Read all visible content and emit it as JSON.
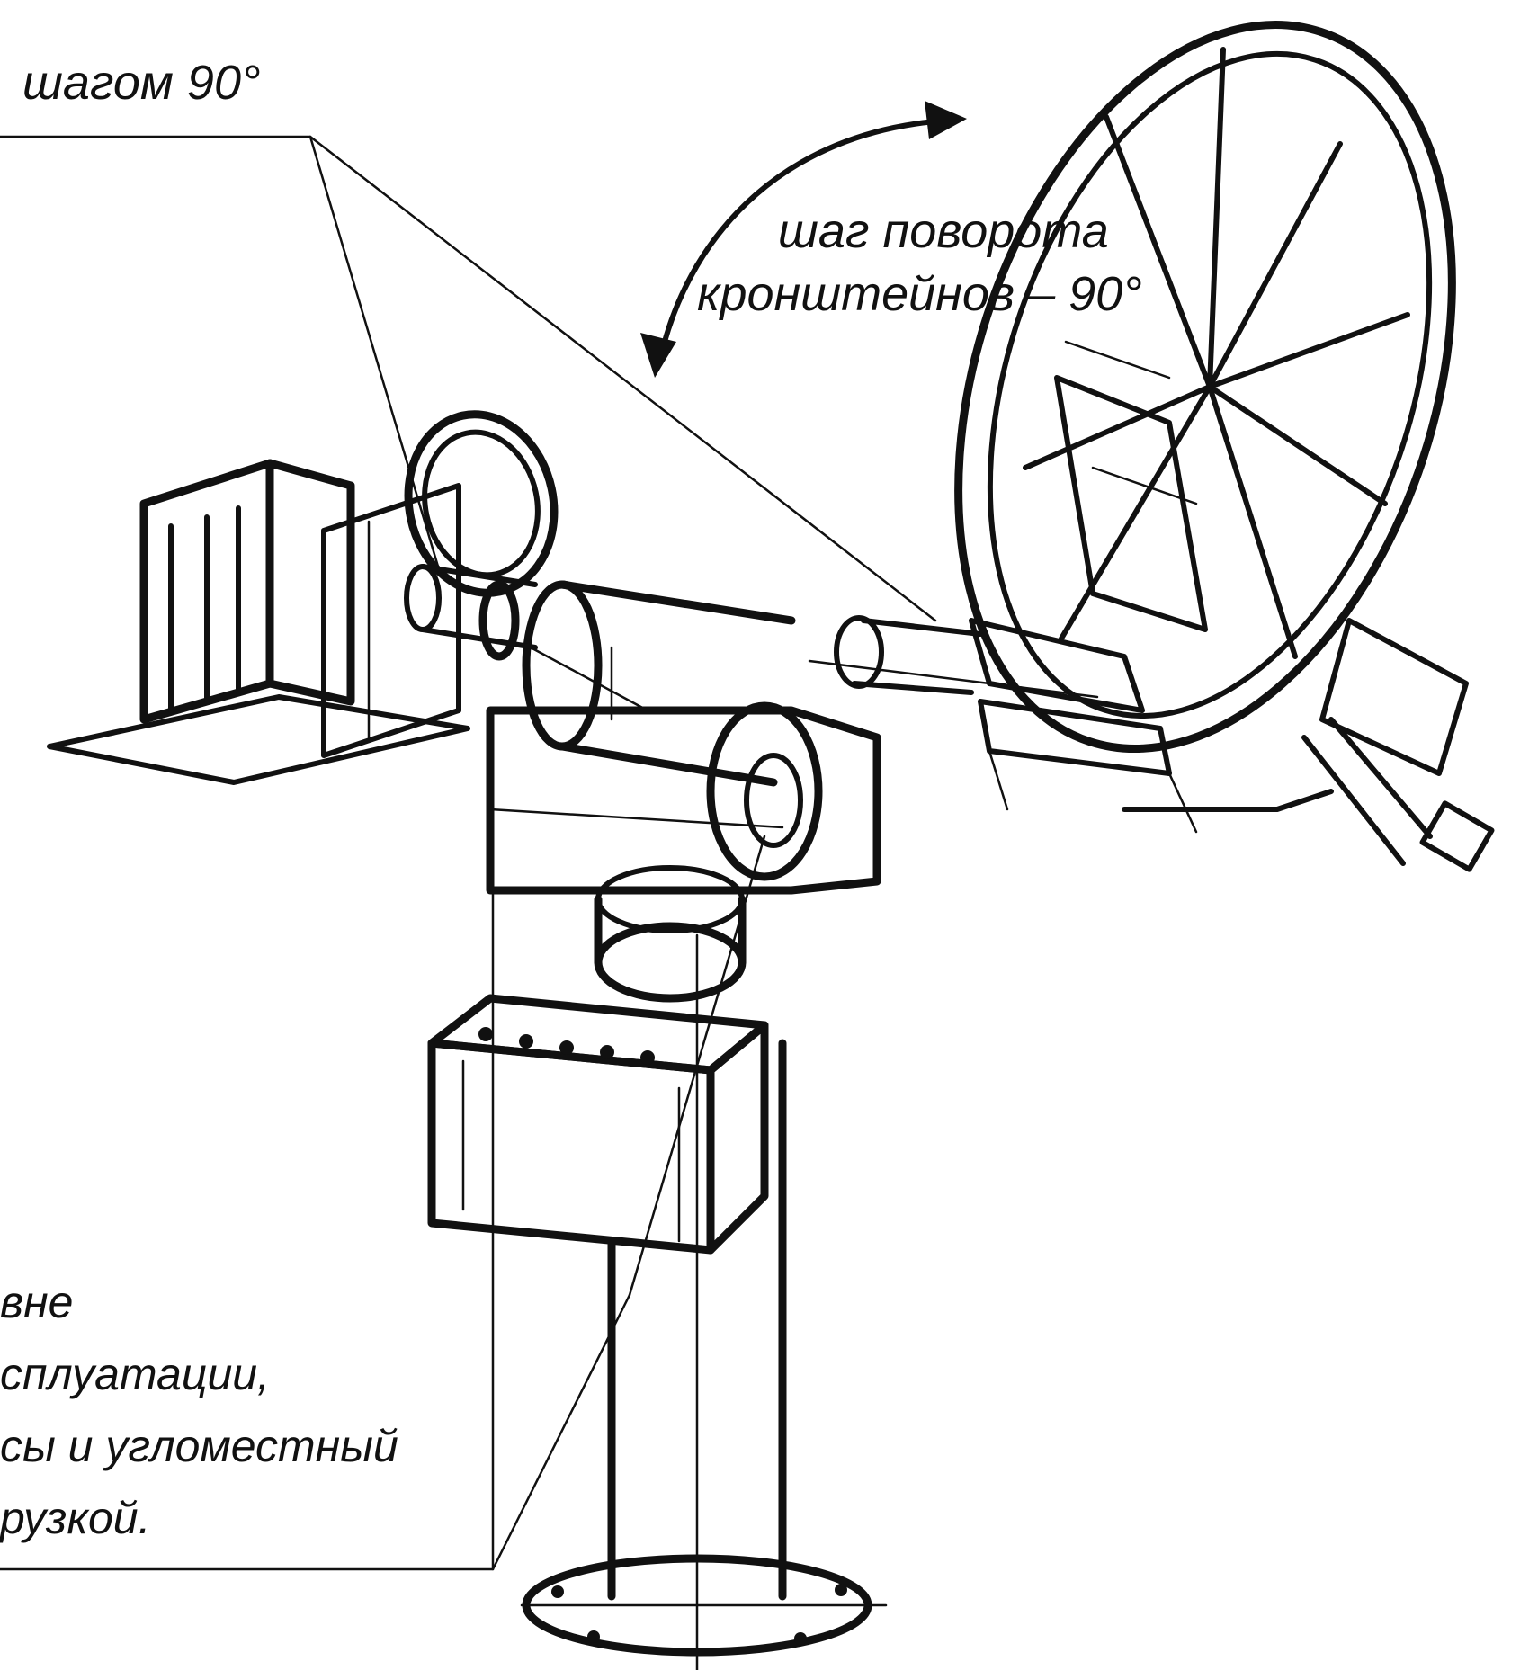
{
  "labels": {
    "top_left": "шагом 90°",
    "rotation_line1": "шаг поворота",
    "rotation_line2": "кронштейнов – 90°",
    "bottom_line1": "вне",
    "bottom_line2": "сплуатации,",
    "bottom_line3": "сы и угломестный",
    "bottom_line4": "рузкой."
  },
  "colors": {
    "ink": "#111111",
    "paper": "#ffffff"
  }
}
